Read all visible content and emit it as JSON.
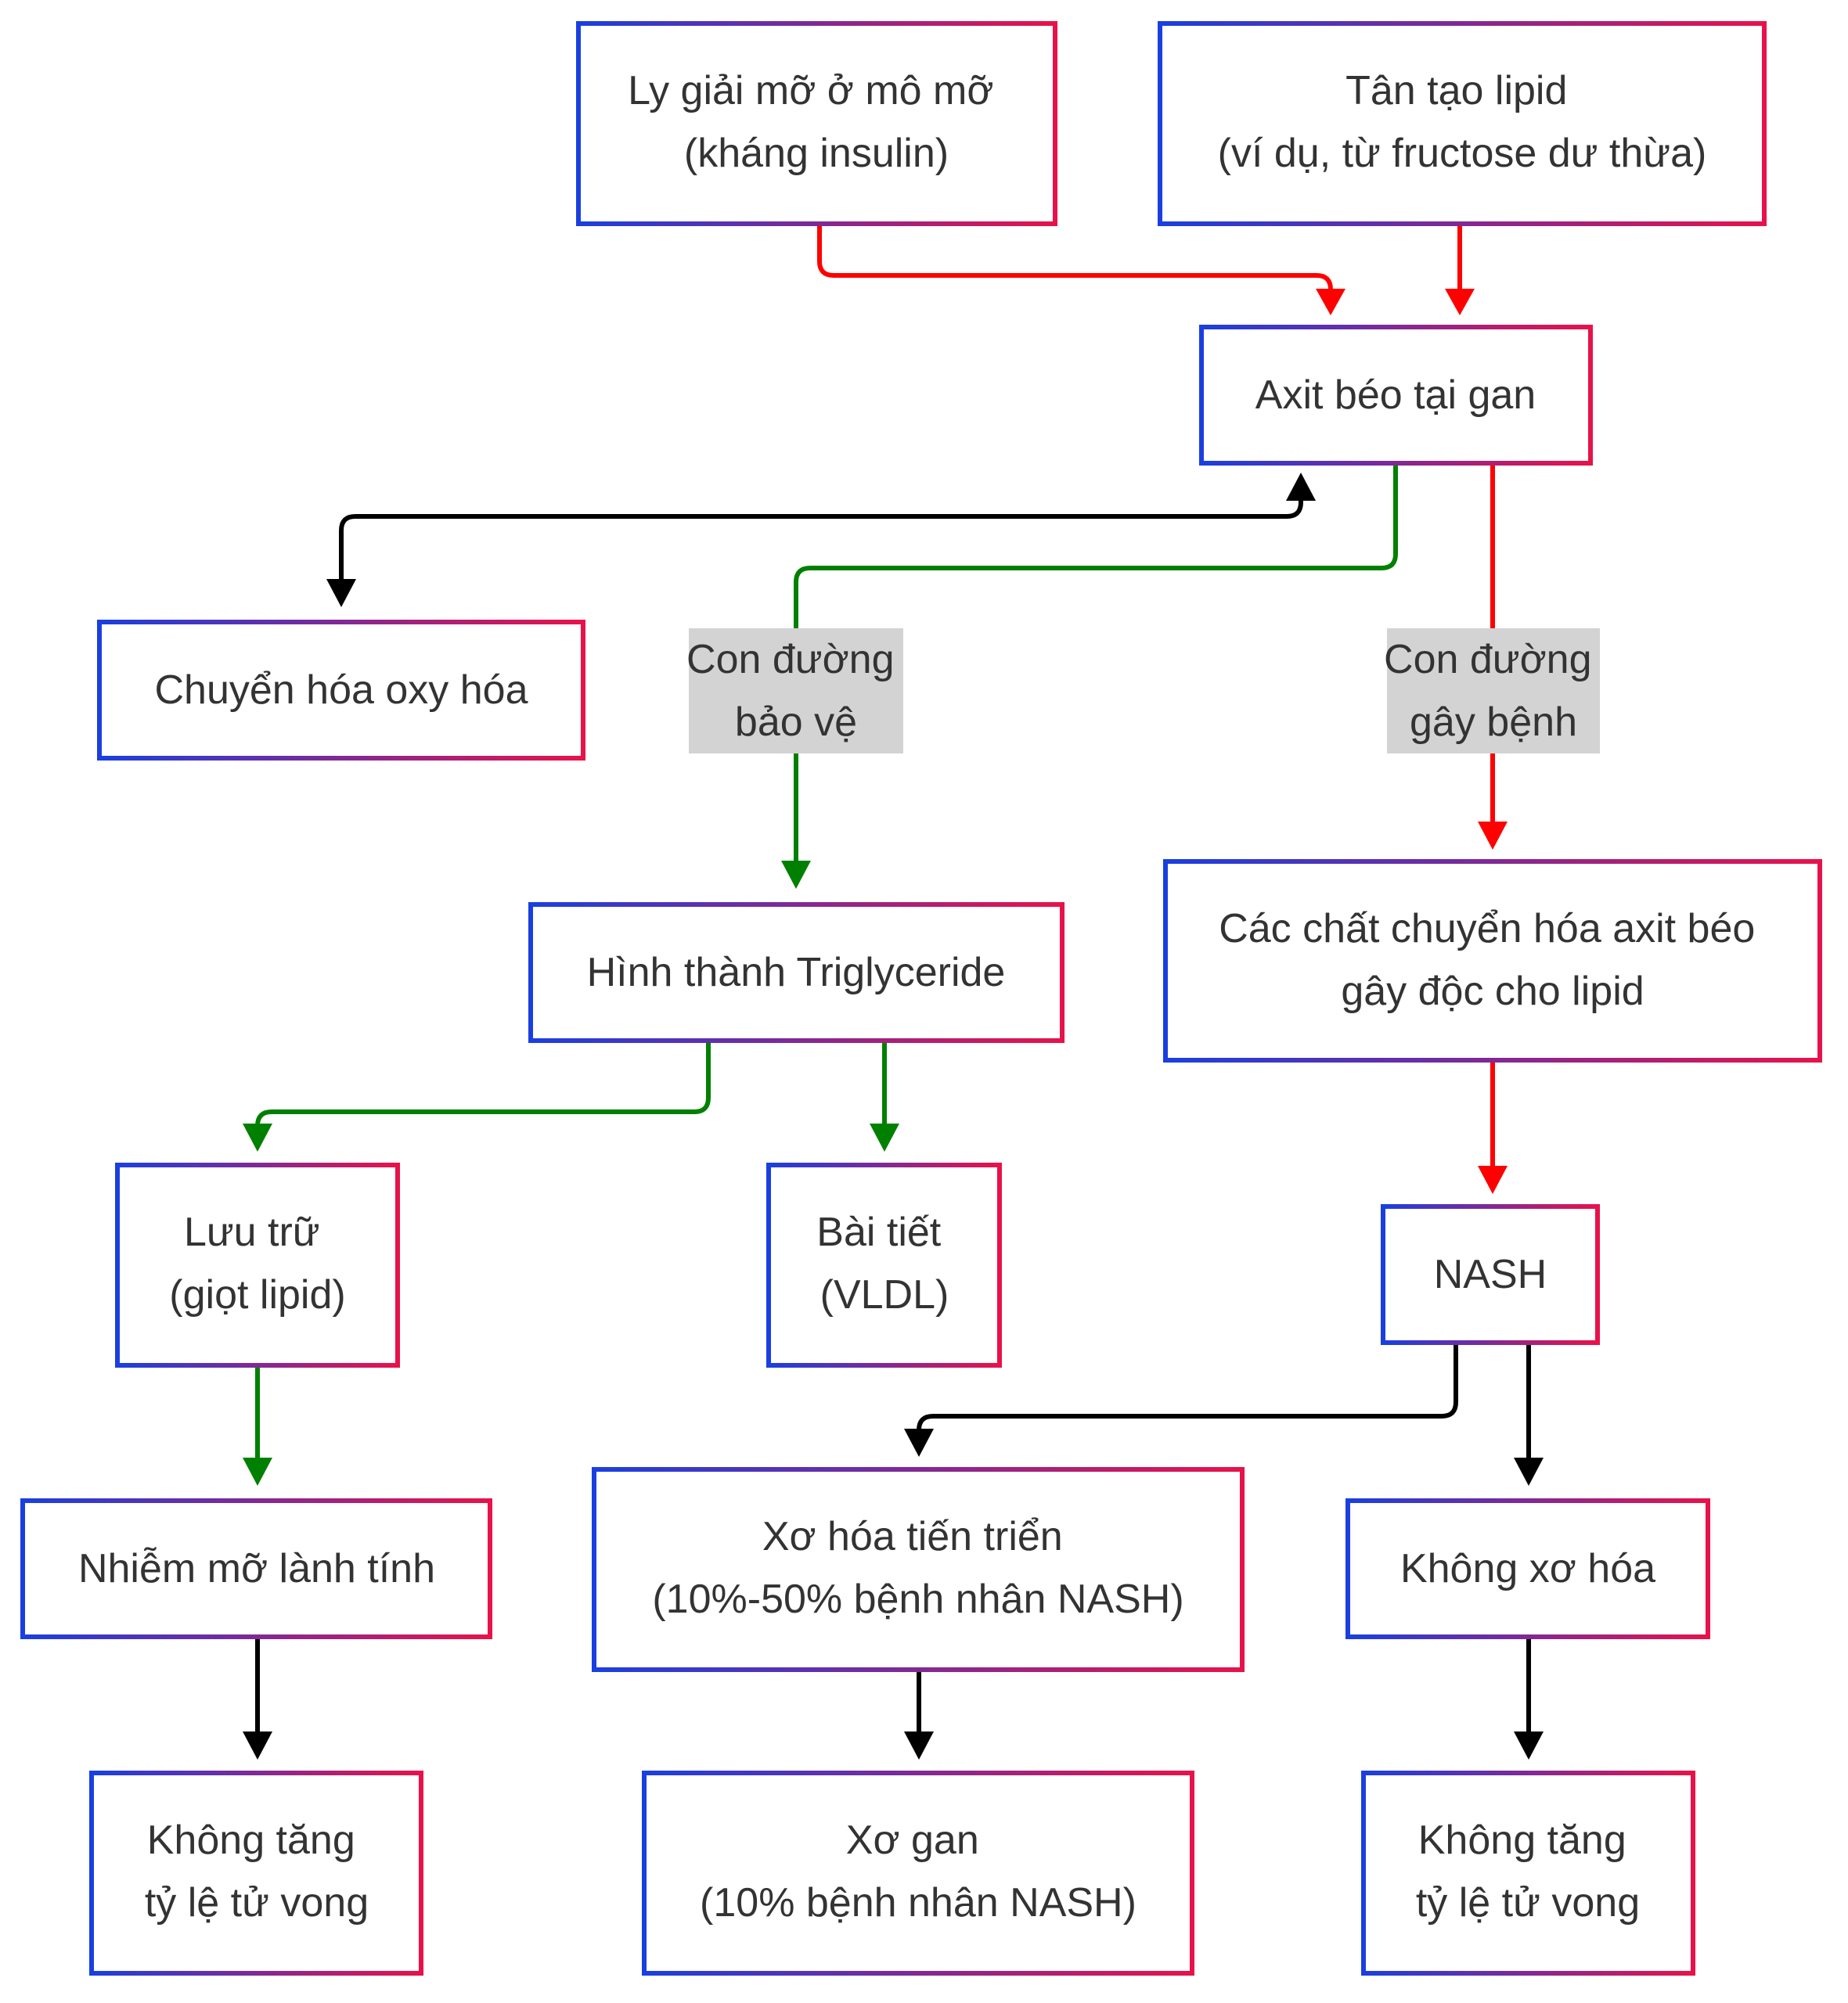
{
  "colors": {
    "gradient_start": "#1a3fe0",
    "gradient_end": "#e8124a",
    "red_arrow": "#ff0000",
    "green_arrow": "#008000",
    "black_arrow": "#000000",
    "label_bg": "#d3d3d3",
    "text": "#333333"
  },
  "nodes": {
    "lipolysis": {
      "line1": "Ly giải mỡ ở mô mỡ",
      "line2": "(kháng insulin)"
    },
    "lipogenesis": {
      "line1": "Tân tạo lipid",
      "line2": "(ví dụ, từ fructose dư thừa)"
    },
    "fatty_acids": {
      "line1": "Axit béo tại gan"
    },
    "oxidation": {
      "line1": "Chuyển hóa oxy hóa"
    },
    "triglyceride": {
      "line1": "Hình thành Triglyceride"
    },
    "toxic_metabolites": {
      "line1": "Các chất chuyển hóa axit béo",
      "line2": "gây độc cho lipid"
    },
    "storage": {
      "line1": "Lưu trữ",
      "line2": "(giọt lipid)"
    },
    "secretion": {
      "line1": "Bài tiết",
      "line2": "(VLDL)"
    },
    "nash": {
      "line1": "NASH"
    },
    "benign_steatosis": {
      "line1": "Nhiễm mỡ lành tính"
    },
    "advanced_fibrosis": {
      "line1": "Xơ hóa tiến triển",
      "line2": "(10%-50% bệnh nhân NASH)"
    },
    "no_fibrosis": {
      "line1": "Không xơ hóa"
    },
    "no_mortality_left": {
      "line1": "Không tăng",
      "line2": "tỷ lệ tử vong"
    },
    "cirrhosis": {
      "line1": "Xơ gan",
      "line2": "(10% bệnh nhân NASH)"
    },
    "no_mortality_right": {
      "line1": "Không tăng",
      "line2": "tỷ lệ tử vong"
    }
  },
  "edge_labels": {
    "protective": {
      "line1": "Con đường",
      "line2": "bảo vệ"
    },
    "pathogenic": {
      "line1": "Con đường",
      "line2": "gây bệnh"
    }
  }
}
